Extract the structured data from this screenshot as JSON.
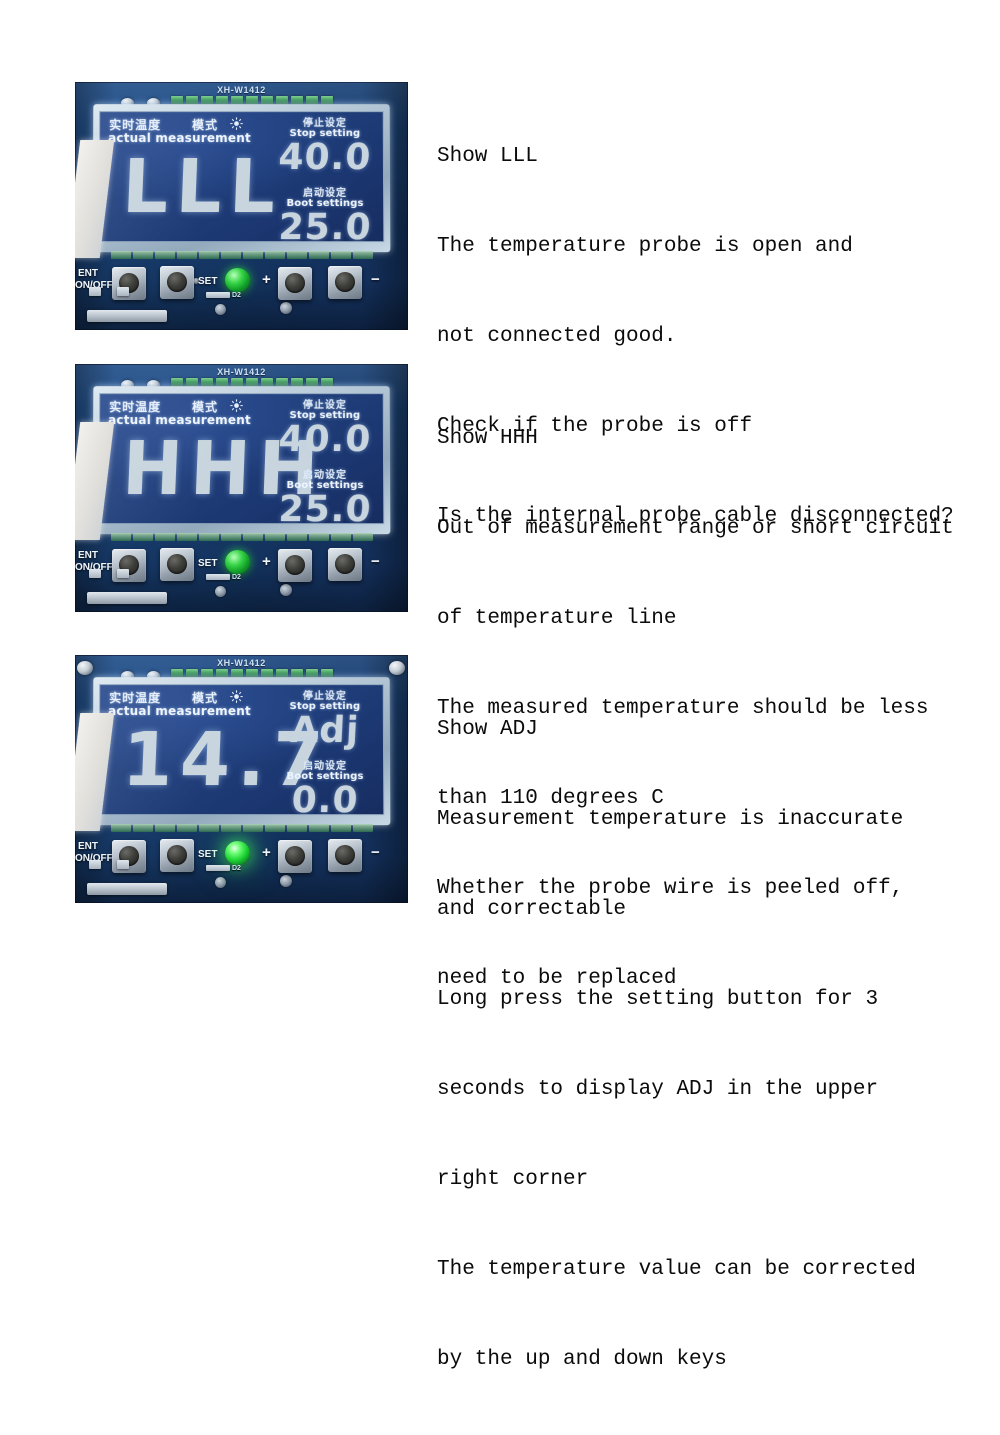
{
  "page": {
    "background": "#ffffff",
    "board_color": "#1c4478",
    "lcd_color": "#21407d",
    "lcd_segment_color": "#c8d5de",
    "led_color": "#2ed63d"
  },
  "board": {
    "model_label": "XH-W1412",
    "lcd": {
      "title_cn": "实时温度",
      "title_en": "actual measurement",
      "mode_cn": "模式",
      "mode_icon": "sun-icon",
      "stop_label_cn": "停止设定",
      "stop_label_en": "Stop setting",
      "boot_label_cn": "启动设定",
      "boot_label_en": "Boot settings"
    },
    "buttons": {
      "ent_line1": "ENT",
      "ent_line2": "ON/OFF",
      "set_label": "SET",
      "plus_label": "+",
      "minus_label": "−",
      "led_mark": "D2"
    }
  },
  "panels": [
    {
      "id": "panel-lll",
      "lcd_value": "LLL",
      "stop_value": "40.0",
      "boot_value": "25.0",
      "led_on": false,
      "lines": [
        "Show LLL",
        "The temperature probe is open and",
        "not connected good.",
        "Check if the probe is off",
        "Is the internal probe cable disconnected?"
      ]
    },
    {
      "id": "panel-hhh",
      "lcd_value": "HHH",
      "stop_value": "40.0",
      "boot_value": "25.0",
      "led_on": false,
      "lines": [
        "Show HHH",
        "Out of measurement range or short circuit",
        "of temperature line",
        "The measured temperature should be less",
        "than 110 degrees C",
        "Whether the probe wire is peeled off,",
        "need to be replaced"
      ]
    },
    {
      "id": "panel-adj",
      "lcd_value": "14.7",
      "stop_value": "Adj",
      "boot_value": "0.0",
      "led_on": true,
      "lines": [
        "Show ADJ",
        "Measurement temperature is inaccurate",
        "and correctable",
        "Long press the setting button for 3",
        "seconds to display ADJ in the upper",
        "right corner",
        "The temperature value can be corrected",
        "by the up and down keys"
      ]
    }
  ]
}
